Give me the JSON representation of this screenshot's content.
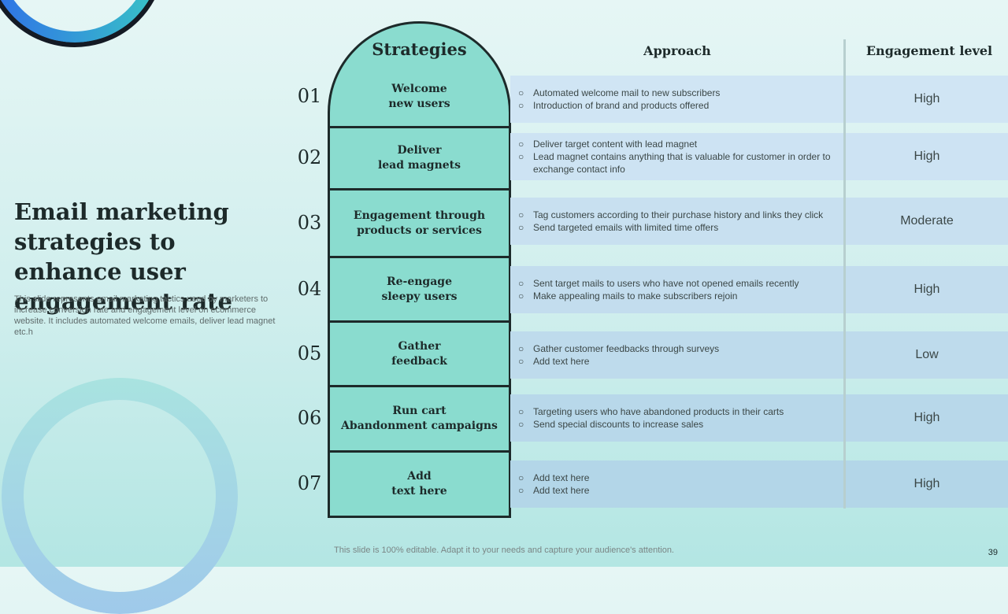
{
  "slide": {
    "title": "Email marketing strategies to enhance user engagement rate",
    "description": "This slide represents email marketing tactics used by marketers to increase conversion rate and engagement level on ecommerce website. It includes automated welcome emails, deliver lead magnet etc.h",
    "footer": "This slide is 100% editable. Adapt it to your needs and capture your audience's attention.",
    "page_number": "39"
  },
  "table": {
    "headers": {
      "strategies": "Strategies",
      "approach": "Approach",
      "engagement": "Engagement level"
    },
    "rows": [
      {
        "num": "01",
        "strategy": "Welcome\nnew users",
        "approach": [
          "Automated welcome mail to new subscribers",
          "Introduction of brand and products offered"
        ],
        "level": "High",
        "band_color": "#d0e5f4"
      },
      {
        "num": "02",
        "strategy": "Deliver\nlead magnets",
        "approach": [
          "Deliver target content with lead magnet",
          "Lead magnet contains anything that is valuable for customer in order to exchange contact info"
        ],
        "level": "High",
        "band_color": "#cde3f3"
      },
      {
        "num": "03",
        "strategy": "Engagement through\nproducts or services",
        "approach": [
          "Tag customers according to their purchase history and links they click",
          "Send targeted emails with limited time offers"
        ],
        "level": "Moderate",
        "band_color": "#c8e0f0"
      },
      {
        "num": "04",
        "strategy": "Re-engage\nsleepy users",
        "approach": [
          "Sent target mails to users who have not opened emails recently",
          "Make appealing mails to make subscribers rejoin"
        ],
        "level": "High",
        "band_color": "#c3ddee"
      },
      {
        "num": "05",
        "strategy": "Gather\nfeedback",
        "approach": [
          "Gather customer feedbacks through surveys",
          "Add text here"
        ],
        "level": "Low",
        "band_color": "#bedbec"
      },
      {
        "num": "06",
        "strategy": "Run cart\nAbandonment campaigns",
        "approach": [
          "Targeting users who have abandoned products in their carts",
          "Send special discounts to increase sales"
        ],
        "level": "High",
        "band_color": "#b8d8ea"
      },
      {
        "num": "07",
        "strategy": "Add\ntext here",
        "approach": [
          "Add text here",
          "Add text here"
        ],
        "level": "High",
        "band_color": "#b3d6e8"
      }
    ]
  }
}
